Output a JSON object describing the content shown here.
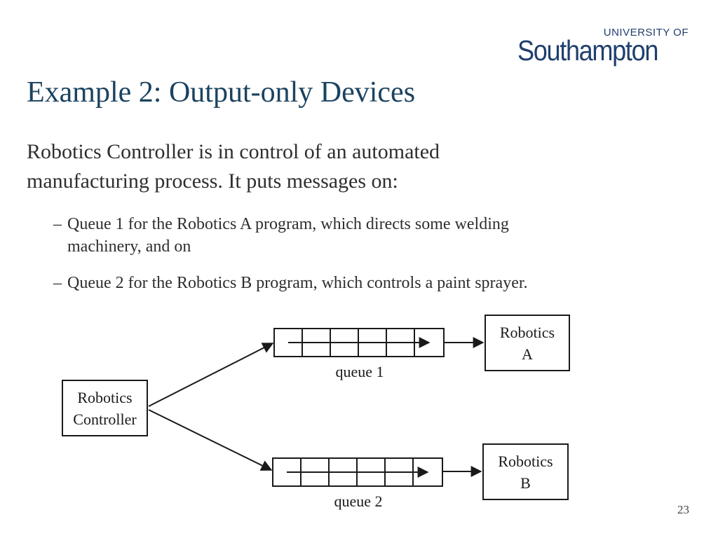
{
  "logo": {
    "top_text": "UNIVERSITY OF",
    "main_text": "Southampton"
  },
  "slide": {
    "title": "Example 2: Output-only Devices",
    "intro_line1": "Robotics Controller is in control of an automated",
    "intro_line2": "manufacturing process.  It puts messages on:",
    "bullets": [
      {
        "dash": "–",
        "line1": "Queue 1 for the Robotics A program, which directs some welding",
        "line2": "machinery, and on"
      },
      {
        "dash": "–",
        "line1": "Queue 2 for the Robotics B program, which controls a paint sprayer."
      }
    ],
    "page_number": "23"
  },
  "diagram": {
    "controller": {
      "line1": "Robotics",
      "line2": "Controller"
    },
    "queue1": {
      "label": "queue 1"
    },
    "queue2": {
      "label": "queue 2"
    },
    "robotics_a": {
      "line1": "Robotics",
      "line2": "A"
    },
    "robotics_b": {
      "line1": "Robotics",
      "line2": "B"
    }
  }
}
